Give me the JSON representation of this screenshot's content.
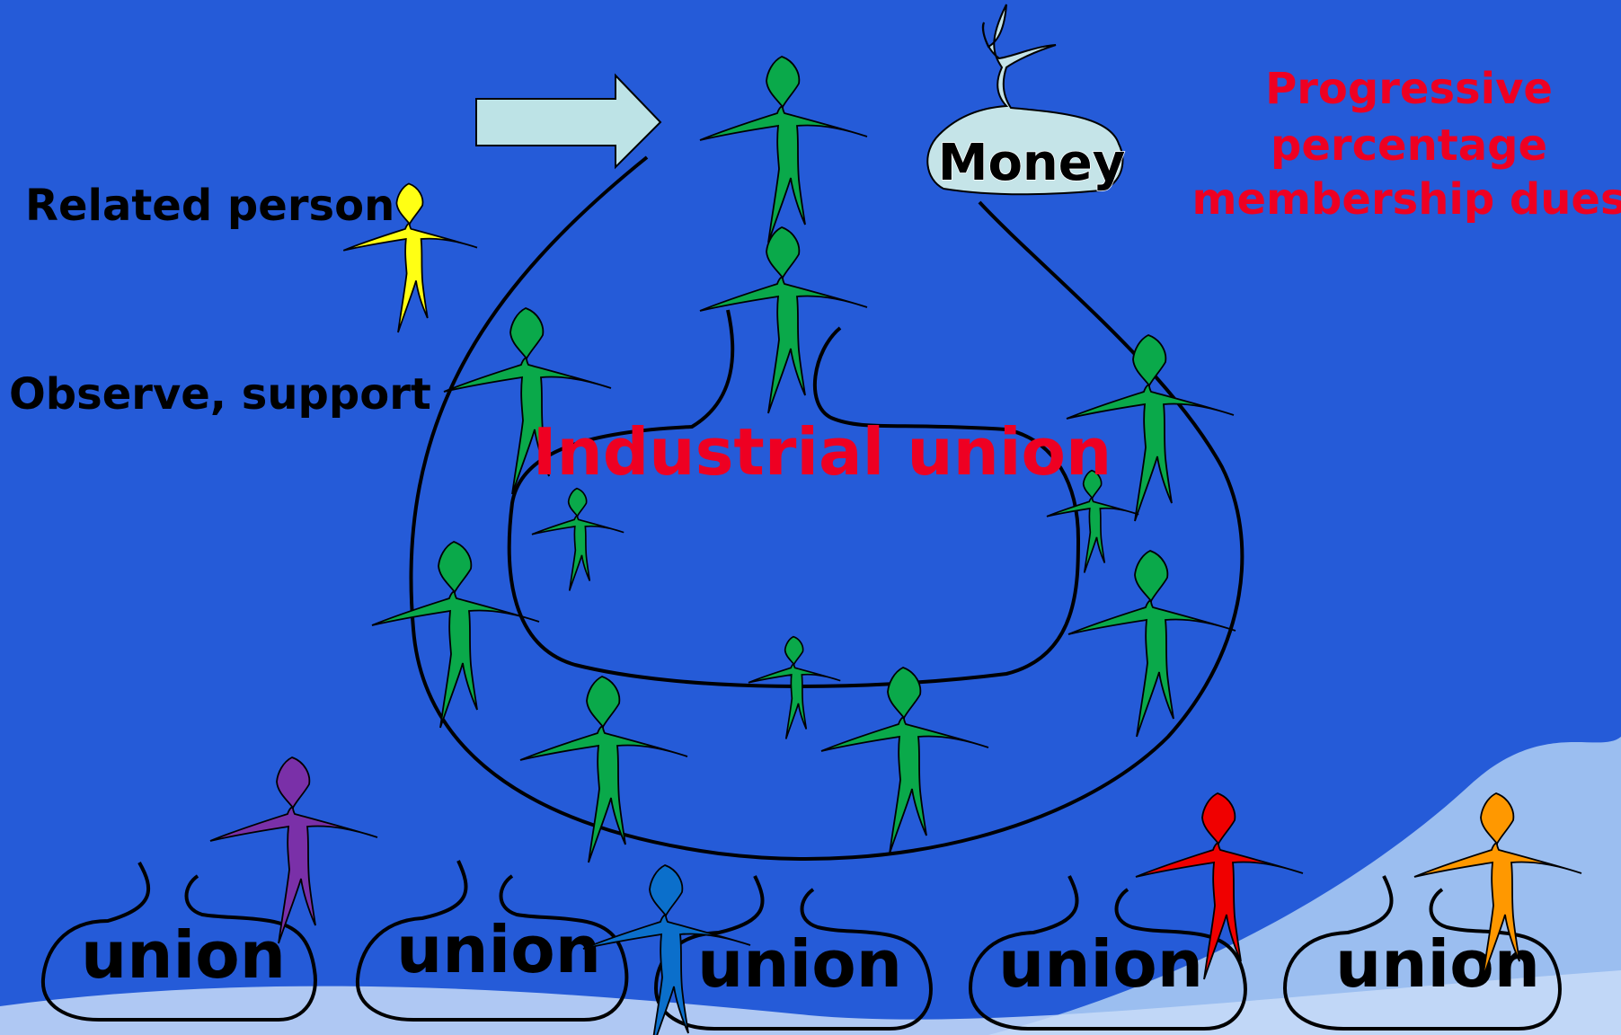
{
  "labels": {
    "related_person": "Related person",
    "observe_support": "Observe, support",
    "industrial_union": "Industrial union",
    "money": "Money",
    "dues_line1": "Progressive",
    "dues_line2": "percentage",
    "dues_line3": "membership dues",
    "union": "union"
  },
  "colors": {
    "background": "#255bd8",
    "wave_light": "#a9c9f3",
    "wave_lighter": "#c8dcf8",
    "member_green": "#0aa94a",
    "related_yellow": "#ffff14",
    "union_purple": "#7a30a8",
    "union_blue": "#0b6fcb",
    "union_red": "#f00000",
    "union_orange": "#ff9800",
    "arrow_fill": "#bde3e6",
    "money_bag": "#c5e4e8",
    "red_text": "#ee0022"
  },
  "icons": [
    "person-icon",
    "arrow-right-icon",
    "money-bag-icon"
  ]
}
